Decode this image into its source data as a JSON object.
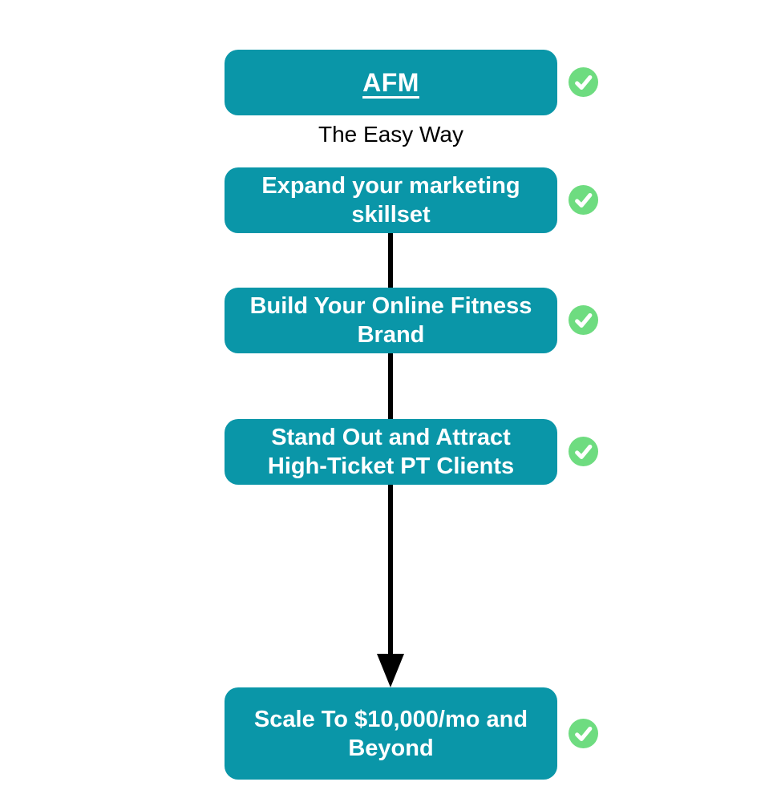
{
  "diagram": {
    "caption": "The Easy Way",
    "nodes": [
      {
        "label": "AFM",
        "checked": true
      },
      {
        "label": "Expand your marketing skillset",
        "checked": true
      },
      {
        "label": "Build Your Online Fitness Brand",
        "checked": true
      },
      {
        "label": "Stand Out and Attract High-Ticket PT Clients",
        "checked": true
      },
      {
        "label": "Scale To $10,000/mo and Beyond",
        "checked": true
      }
    ],
    "colors": {
      "background": "#FFFFFF",
      "node_fill": "#0A96A8",
      "node_text": "#FFFFFF",
      "caption_text": "#000000",
      "connector": "#000000",
      "check_fill": "#6EDC80",
      "check_mark": "#FFFFFF"
    }
  }
}
